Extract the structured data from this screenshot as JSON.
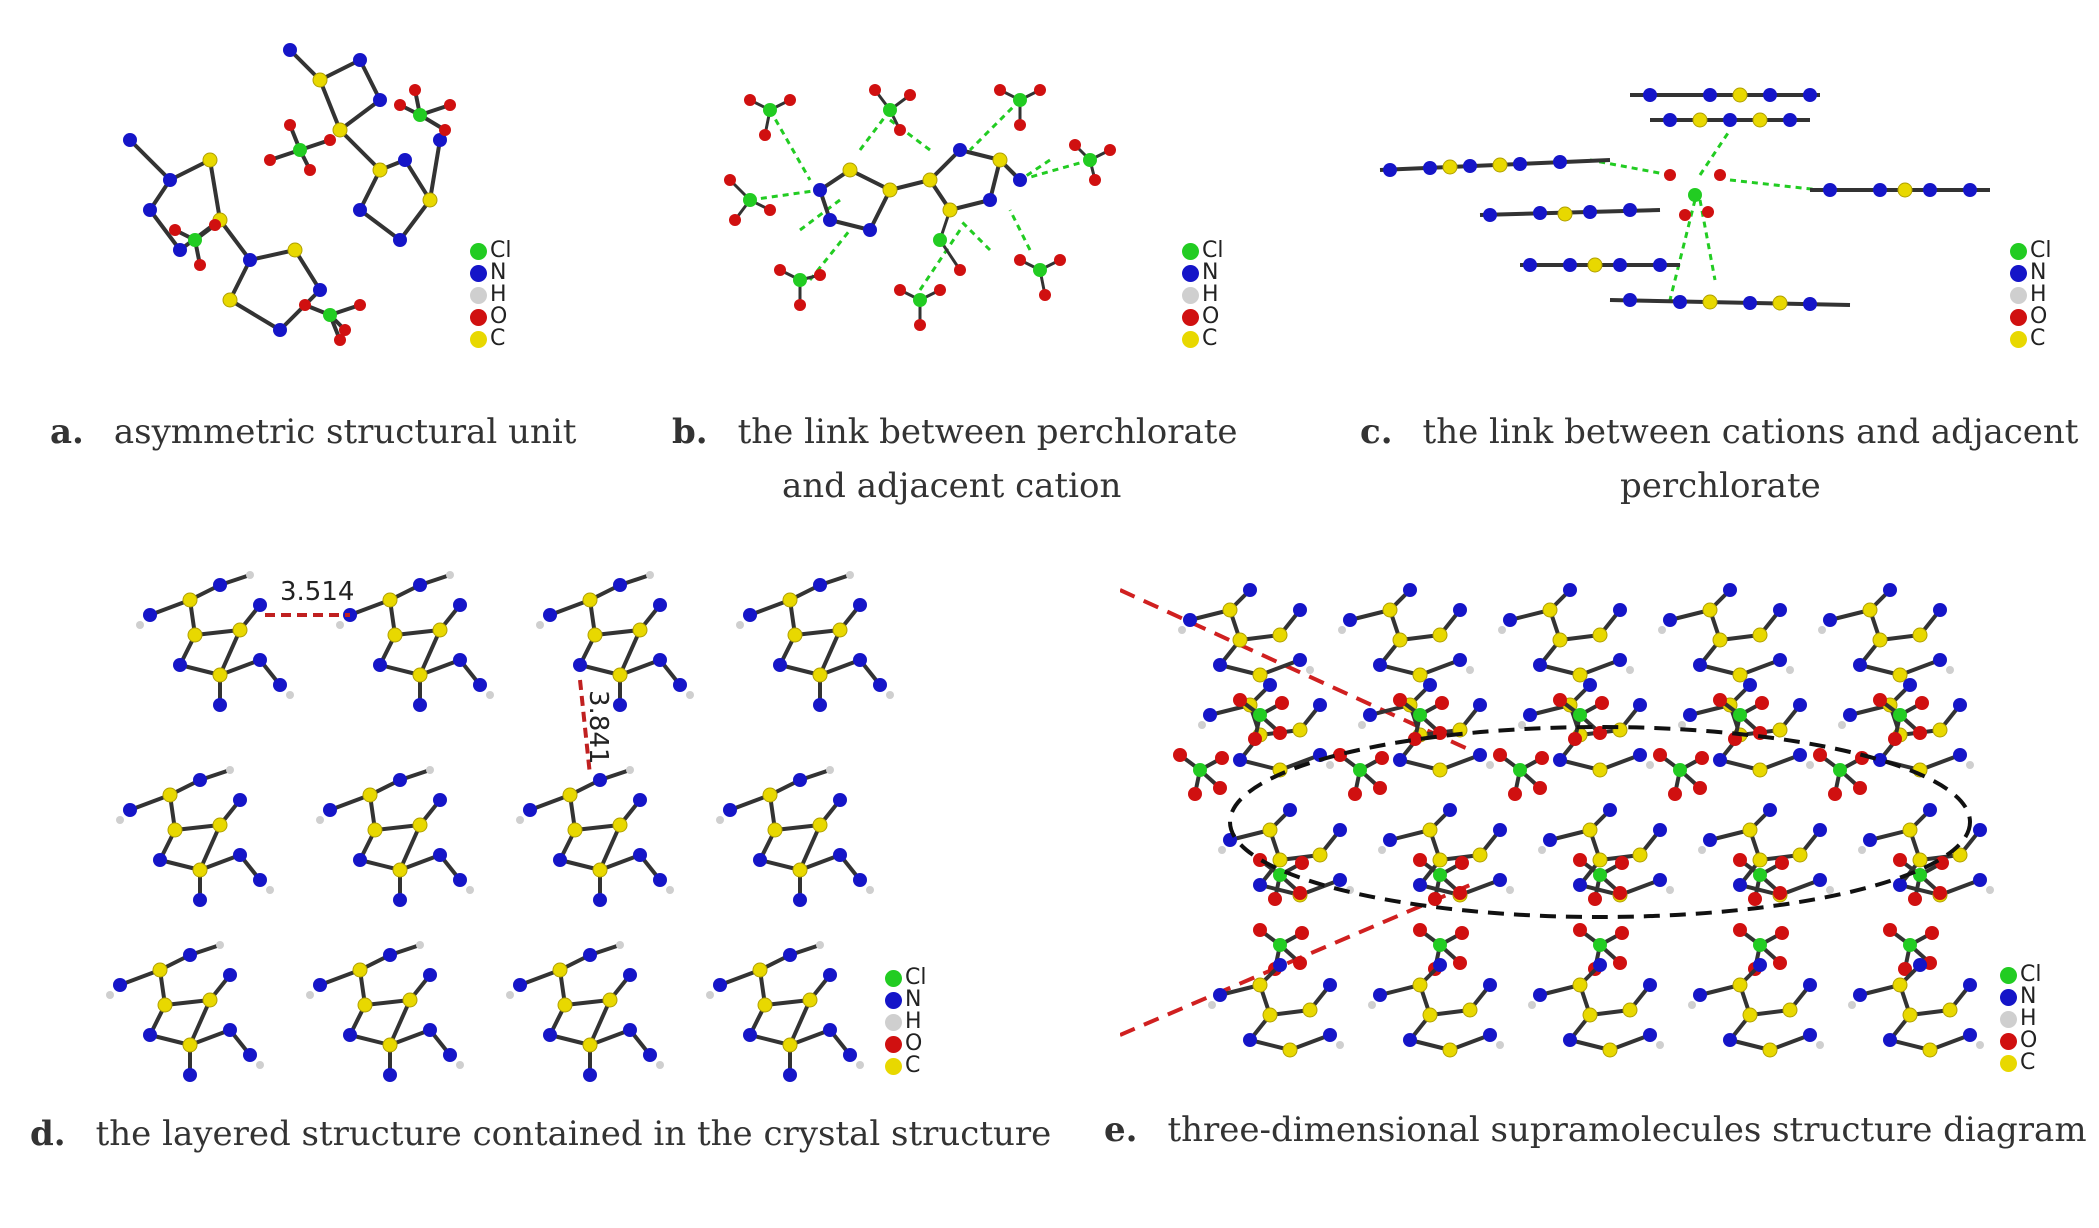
{
  "captions": {
    "a": {
      "letter": "a.",
      "text": "asymmetric structural unit"
    },
    "b": {
      "letter": "b.",
      "text_line1": "the link between perchlorate",
      "text_line2": "and adjacent cation"
    },
    "c": {
      "letter": "c.",
      "text_line1": "the link between cations and adjacent",
      "text_line2": "perchlorate"
    },
    "d": {
      "letter": "d.",
      "text": "the layered structure contained in the crystal structure"
    },
    "e": {
      "letter": "e.",
      "text": "three-dimensional supramolecules structure diagram"
    }
  },
  "legend": [
    {
      "symbol": "Cl",
      "color": "#22cc22"
    },
    {
      "symbol": "N",
      "color": "#1515c8"
    },
    {
      "symbol": "H",
      "color": "#cfcfcf"
    },
    {
      "symbol": "O",
      "color": "#d01010"
    },
    {
      "symbol": "C",
      "color": "#e8d800"
    }
  ],
  "distances": {
    "horizontal": "3.514",
    "vertical": "3.841"
  }
}
